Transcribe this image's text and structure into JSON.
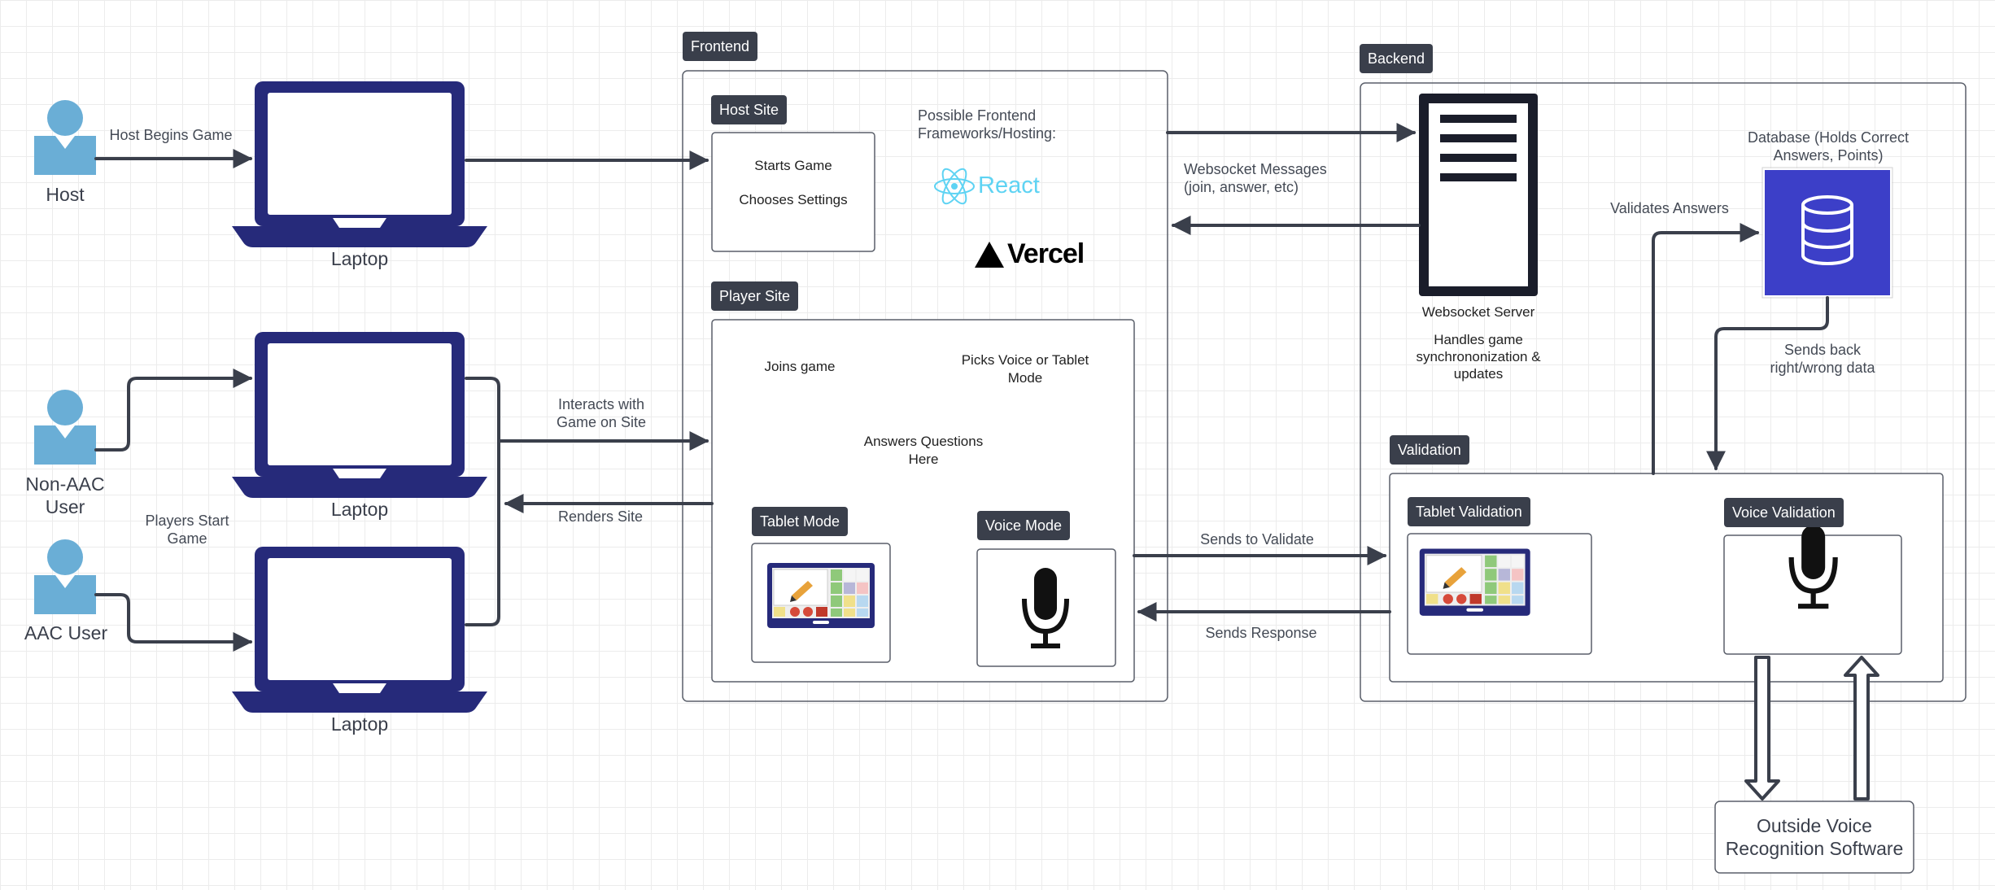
{
  "actors": {
    "host": "Host",
    "non_aac": "Non-AAC User",
    "aac": "AAC User"
  },
  "laptops": {
    "host_laptop": "Laptop",
    "non_aac_laptop": "Laptop",
    "aac_laptop": "Laptop"
  },
  "edges": {
    "host_begins": "Host Begins Game",
    "players_start": [
      "Players Start",
      "Game"
    ],
    "interacts": [
      "Interacts with",
      "Game on Site"
    ],
    "renders": "Renders Site",
    "websocket_msgs": [
      "Websocket Messages",
      "(join, answer, etc)"
    ],
    "validates": "Validates Answers",
    "sends_back": [
      "Sends back",
      "right/wrong data"
    ],
    "sends_validate": "Sends to Validate",
    "sends_response": "Sends Response"
  },
  "frontend": {
    "tag": "Frontend",
    "host_site": {
      "tag": "Host Site",
      "items": [
        "Starts Game",
        "Chooses Settings"
      ]
    },
    "frameworks_label": [
      "Possible Frontend",
      "Frameworks/Hosting:"
    ],
    "react_logo": "React",
    "vercel_logo": "Vercel",
    "player_site": {
      "tag": "Player Site",
      "joins": "Joins game",
      "picks": [
        "Picks Voice or Tablet",
        "Mode"
      ],
      "answers": [
        "Answers Questions",
        "Here"
      ],
      "tablet_mode": "Tablet Mode",
      "voice_mode": "Voice Mode"
    }
  },
  "backend": {
    "tag": "Backend",
    "server_label": "Websocket Server",
    "server_desc": [
      "Handles game",
      "synchrononization &",
      "updates"
    ],
    "database_label": [
      "Database (Holds Correct",
      "Answers, Points)"
    ],
    "validation": {
      "tag": "Validation",
      "tablet": "Tablet Validation",
      "voice": "Voice Validation"
    }
  },
  "external": {
    "voice_software": [
      "Outside Voice",
      "Recognition Software"
    ]
  },
  "colors": {
    "laptop": "#262a7a",
    "person": "#6aaed6",
    "database": "#3c3fc8",
    "react": "#5ed3f3",
    "arrow": "#3a3f4b",
    "tag_bg": "#3a3f4b"
  }
}
